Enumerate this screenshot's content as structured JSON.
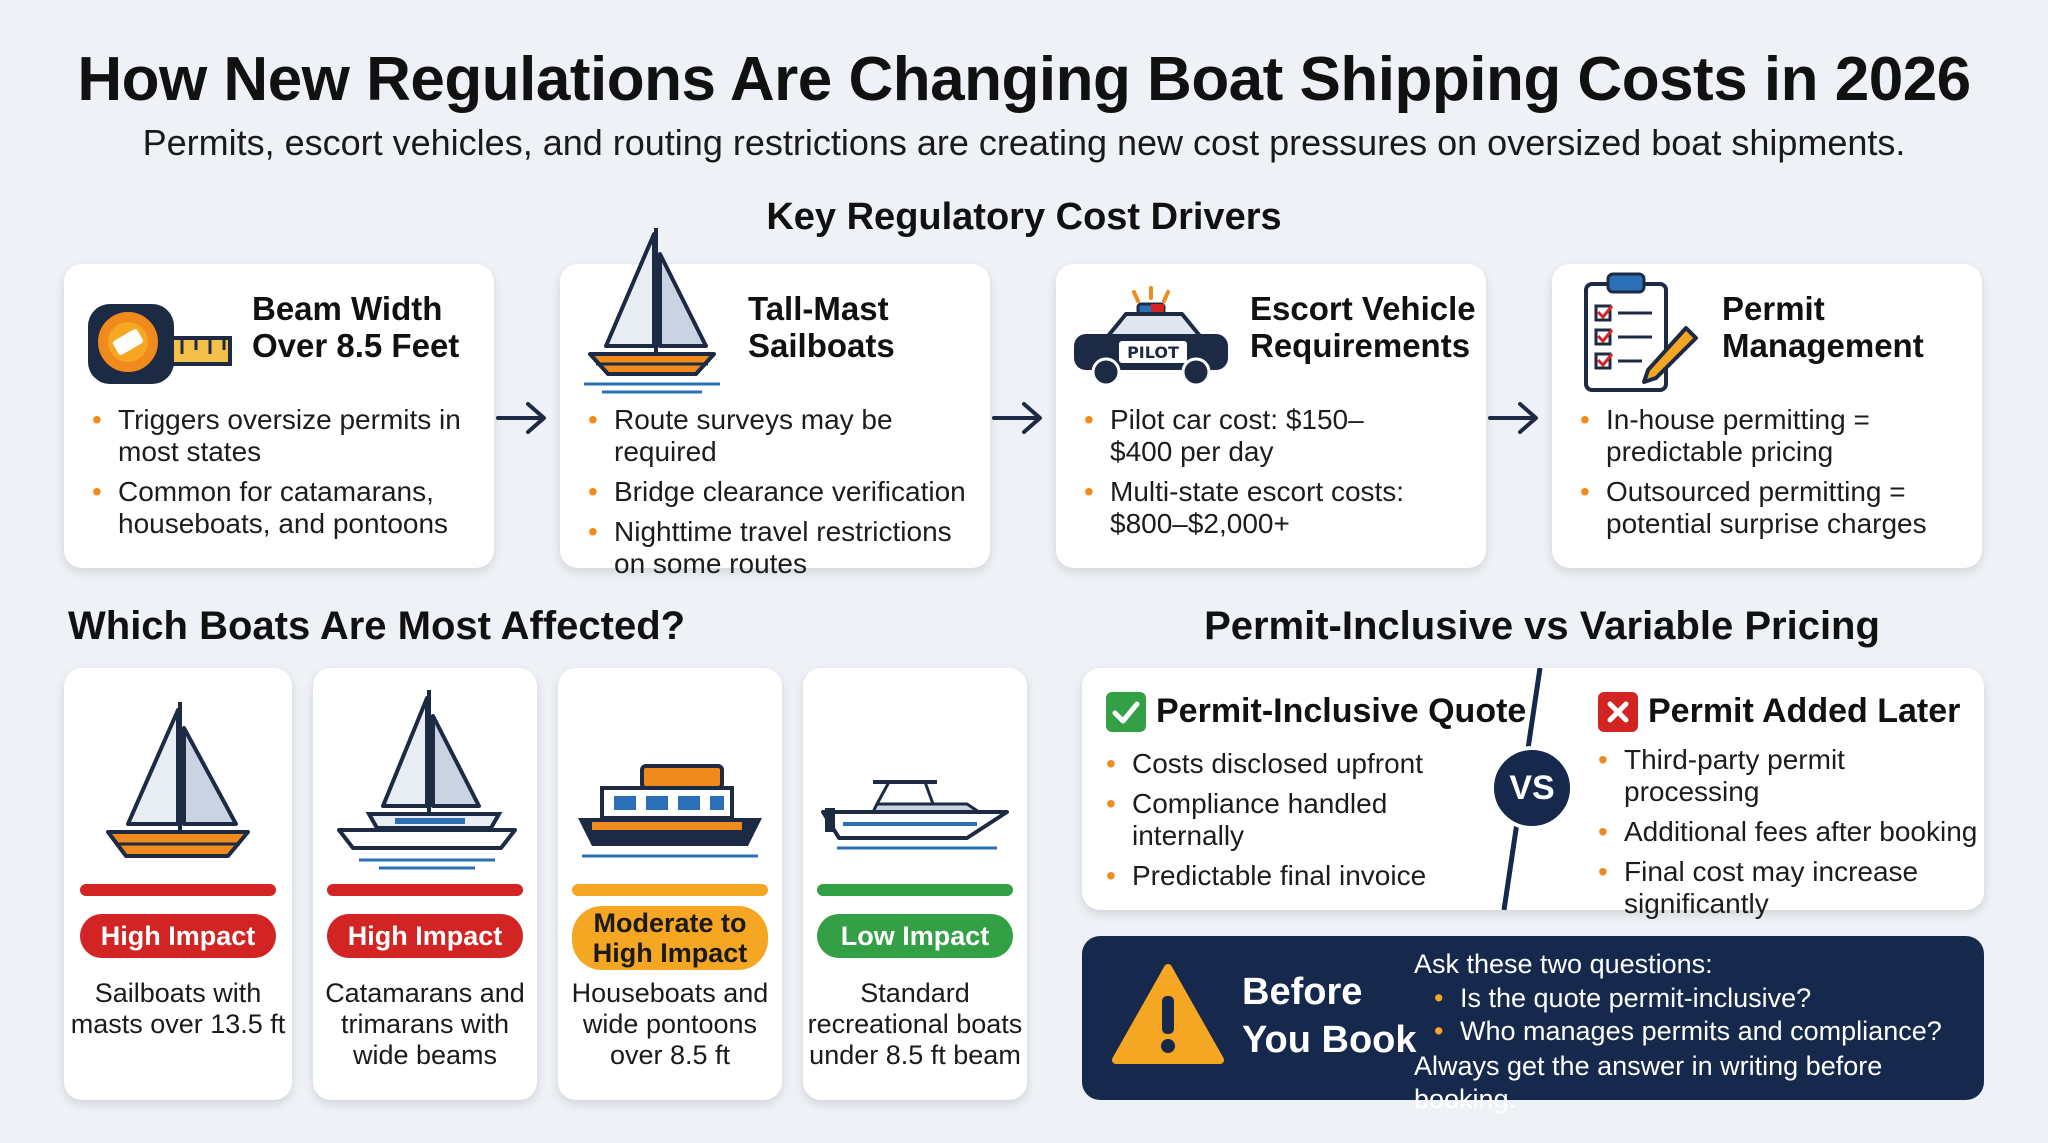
{
  "header": {
    "title": "How New Regulations Are Changing Boat Shipping Costs in 2026",
    "subtitle": "Permits, escort vehicles, and routing restrictions are creating new cost pressures on oversized boat shipments."
  },
  "drivers": {
    "heading": "Key Regulatory Cost Drivers",
    "items": [
      {
        "title_line1": "Beam Width",
        "title_line2": "Over 8.5 Feet",
        "icon": "measuring-tape-icon",
        "bullets": [
          "Triggers oversize permits in most states",
          "Common for catamarans, houseboats, and pontoons"
        ]
      },
      {
        "title_line1": "Tall-Mast",
        "title_line2": "Sailboats",
        "icon": "sailboat-icon",
        "bullets": [
          "Route surveys may be required",
          "Bridge clearance verification",
          "Nighttime travel restrictions on some routes"
        ]
      },
      {
        "title_line1": "Escort Vehicle",
        "title_line2": "Requirements",
        "icon": "pilot-car-icon",
        "icon_text": "PILOT",
        "bullets": [
          "Pilot car cost: $150–$400 per day",
          "Multi-state escort costs: $800–$2,000+"
        ]
      },
      {
        "title_line1": "Permit",
        "title_line2": "Management",
        "icon": "clipboard-checklist-icon",
        "bullets": [
          "In-house permitting = predictable pricing",
          "Outsourced permitting = potential surprise charges"
        ]
      }
    ]
  },
  "affected": {
    "heading": "Which Boats Are Most Affected?",
    "boats": [
      {
        "impact_line1": "High Impact",
        "impact_line2": "",
        "color": "#d32424",
        "icon": "sailboat-icon",
        "desc": [
          "Sailboats with",
          "masts over 13.5 ft"
        ]
      },
      {
        "impact_line1": "High Impact",
        "impact_line2": "",
        "color": "#d32424",
        "icon": "catamaran-icon",
        "desc": [
          "Catamarans and",
          "trimarans with",
          "wide beams"
        ]
      },
      {
        "impact_line1": "Moderate to",
        "impact_line2": "High Impact",
        "color": "#f5a623",
        "icon": "houseboat-icon",
        "desc": [
          "Houseboats and",
          "wide pontoons",
          "over 8.5 ft"
        ]
      },
      {
        "impact_line1": "Low Impact",
        "impact_line2": "",
        "color": "#34a046",
        "icon": "speedboat-icon",
        "desc": [
          "Standard",
          "recreational boats",
          "under 8.5 ft beam"
        ]
      }
    ]
  },
  "pricing": {
    "heading": "Permit-Inclusive vs Variable Pricing",
    "left": {
      "title": "Permit-Inclusive Quote",
      "icon": "check-icon",
      "bullets": [
        "Costs disclosed upfront",
        "Compliance handled internally",
        "Predictable final invoice"
      ]
    },
    "vs": "VS",
    "right": {
      "title": "Permit Added Later",
      "icon": "x-icon",
      "bullets": [
        "Third-party permit processing",
        "Additional fees after booking",
        "Final cost may increase significantly"
      ]
    }
  },
  "before_book": {
    "title_line1": "Before",
    "title_line2": "You Book",
    "icon": "warning-icon",
    "intro": "Ask these two questions:",
    "questions": [
      "Is the quote permit-inclusive?",
      "Who manages permits and compliance?"
    ],
    "closing": "Always get the answer in writing before booking."
  },
  "colors": {
    "navy": "#16294d",
    "orange": "#f08a1c",
    "red": "#d32424",
    "green": "#34a046",
    "amber": "#f5a623"
  }
}
